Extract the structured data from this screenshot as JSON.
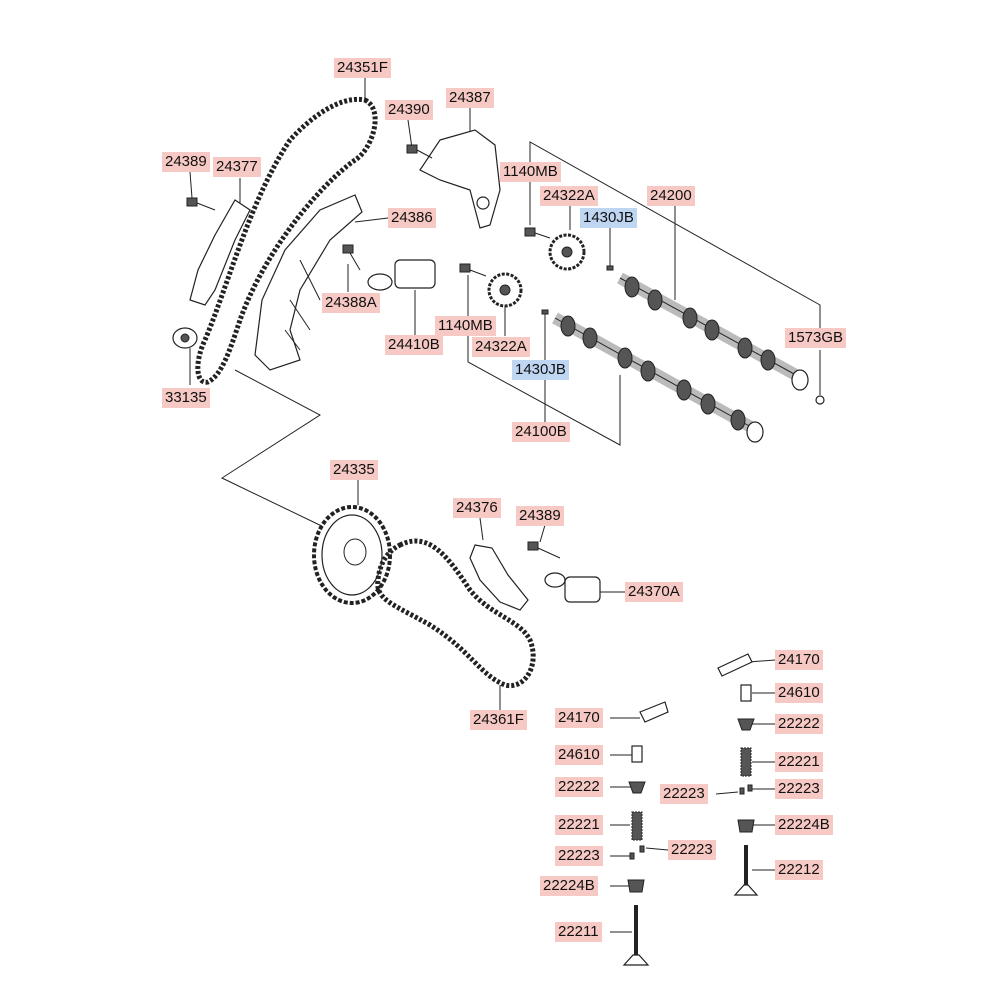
{
  "parts": [
    {
      "id": "p01",
      "number": "24351F",
      "color": "red"
    },
    {
      "id": "p02",
      "number": "24387",
      "color": "red"
    },
    {
      "id": "p03",
      "number": "24390",
      "color": "red"
    },
    {
      "id": "p04",
      "number": "24389",
      "color": "red"
    },
    {
      "id": "p05",
      "number": "24377",
      "color": "red"
    },
    {
      "id": "p06",
      "number": "1140MB",
      "color": "red"
    },
    {
      "id": "p07",
      "number": "24322A",
      "color": "red"
    },
    {
      "id": "p08",
      "number": "24200",
      "color": "red"
    },
    {
      "id": "p09",
      "number": "24386",
      "color": "red"
    },
    {
      "id": "p10",
      "number": "1430JB",
      "color": "blue"
    },
    {
      "id": "p11",
      "number": "24388A",
      "color": "red"
    },
    {
      "id": "p12",
      "number": "1140MB",
      "color": "red"
    },
    {
      "id": "p13",
      "number": "1573GB",
      "color": "red"
    },
    {
      "id": "p14",
      "number": "24410B",
      "color": "red"
    },
    {
      "id": "p15",
      "number": "24322A",
      "color": "red"
    },
    {
      "id": "p16",
      "number": "1430JB",
      "color": "blue"
    },
    {
      "id": "p17",
      "number": "33135",
      "color": "red"
    },
    {
      "id": "p18",
      "number": "24100B",
      "color": "red"
    },
    {
      "id": "p19",
      "number": "24335",
      "color": "red"
    },
    {
      "id": "p20",
      "number": "24376",
      "color": "red"
    },
    {
      "id": "p21",
      "number": "24389",
      "color": "red"
    },
    {
      "id": "p22",
      "number": "24370A",
      "color": "red"
    },
    {
      "id": "p23",
      "number": "24170",
      "color": "red"
    },
    {
      "id": "p24",
      "number": "24610",
      "color": "red"
    },
    {
      "id": "p25",
      "number": "22222",
      "color": "red"
    },
    {
      "id": "p26",
      "number": "24361F",
      "color": "red"
    },
    {
      "id": "p27",
      "number": "24170",
      "color": "red"
    },
    {
      "id": "p28",
      "number": "22221",
      "color": "red"
    },
    {
      "id": "p29",
      "number": "24610",
      "color": "red"
    },
    {
      "id": "p30",
      "number": "22223",
      "color": "red"
    },
    {
      "id": "p31",
      "number": "22223",
      "color": "red"
    },
    {
      "id": "p32",
      "number": "22222",
      "color": "red"
    },
    {
      "id": "p33",
      "number": "22221",
      "color": "red"
    },
    {
      "id": "p34",
      "number": "22224B",
      "color": "red"
    },
    {
      "id": "p35",
      "number": "22223",
      "color": "red"
    },
    {
      "id": "p36",
      "number": "22223",
      "color": "red"
    },
    {
      "id": "p37",
      "number": "22212",
      "color": "red"
    },
    {
      "id": "p38",
      "number": "22224B",
      "color": "red"
    },
    {
      "id": "p39",
      "number": "22211",
      "color": "red"
    }
  ]
}
